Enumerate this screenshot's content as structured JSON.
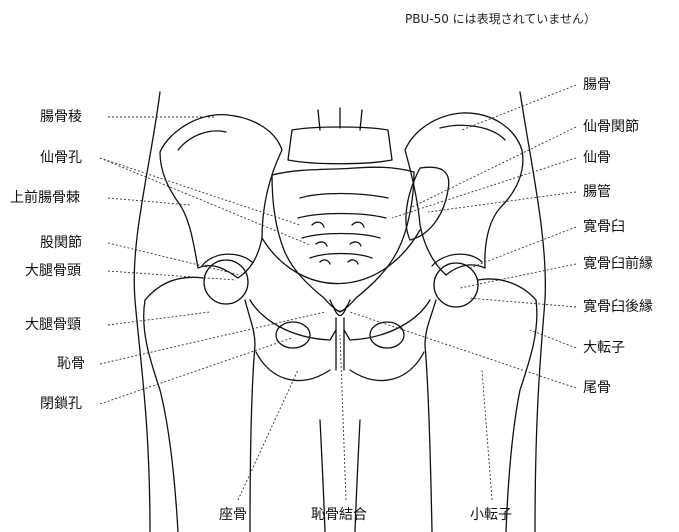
{
  "note": "PBU-50 には表現されていません）",
  "labels": {
    "left": {
      "iliac_crest": "腸骨稜",
      "sacral_foramen": "仙骨孔",
      "asis": "上前腸骨棘",
      "hip_joint": "股関節",
      "femoral_head": "大腿骨頭",
      "femoral_neck": "大腿骨頸",
      "pubis": "恥骨",
      "obturator_foramen": "閉鎖孔"
    },
    "right": {
      "ilium": "腸骨",
      "sacroiliac_joint": "仙骨関節",
      "sacrum": "仙骨",
      "intestine": "腸管",
      "acetabulum": "寛骨臼",
      "acetabulum_anterior_rim": "寛骨臼前縁",
      "acetabulum_posterior_rim": "寛骨臼後縁",
      "greater_trochanter": "大転子",
      "coccyx": "尾骨"
    },
    "bottom": {
      "ischium": "座骨",
      "pubic_symphysis": "恥骨結合",
      "lesser_trochanter": "小転子"
    }
  }
}
